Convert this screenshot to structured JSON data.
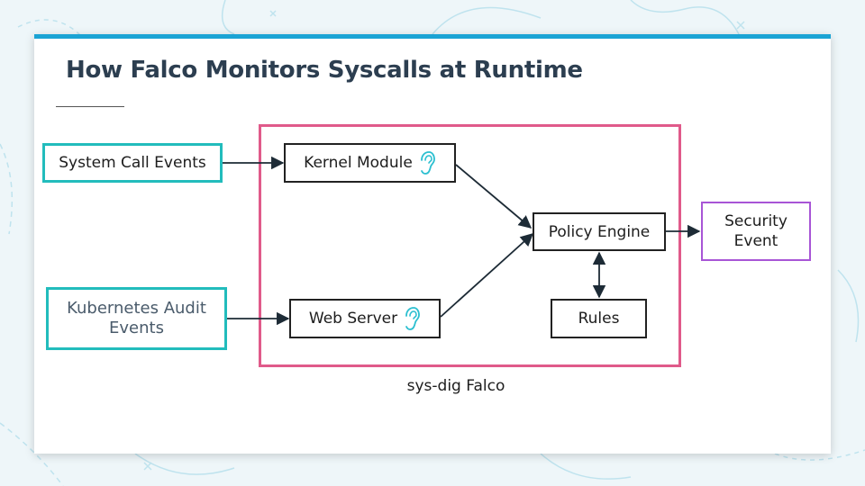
{
  "title": "How Falco Monitors Syscalls at Runtime",
  "diagram": {
    "container_label": "sys-dig Falco",
    "inputs": {
      "syscall": "System Call Events",
      "k8s_line1": "Kubernetes Audit",
      "k8s_line2": "Events"
    },
    "components": {
      "kernel_module": "Kernel Module",
      "web_server": "Web Server",
      "policy_engine": "Policy Engine",
      "rules": "Rules"
    },
    "output": {
      "line1": "Security",
      "line2": "Event"
    },
    "icons": {
      "kernel_module": "ear-icon",
      "web_server": "ear-icon"
    },
    "colors": {
      "accent_bar": "#1aa3d4",
      "input_border": "#22bcbc",
      "falco_frame": "#e05a8a",
      "output_border": "#a855d6",
      "ear_icon": "#2bbfd0"
    }
  }
}
